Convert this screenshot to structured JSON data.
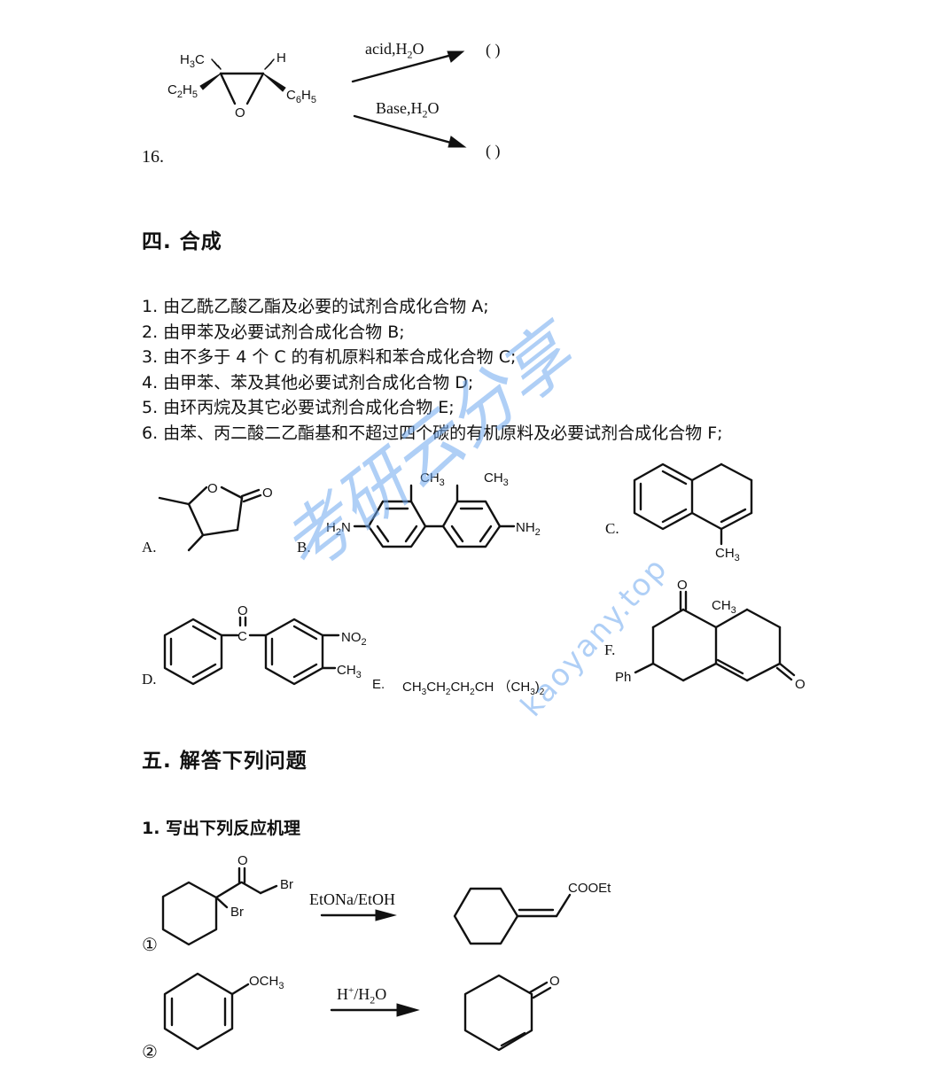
{
  "question16": {
    "number": "16.",
    "reactant": {
      "sub1": "H3C",
      "sub2": "C2H5",
      "sub3": "H",
      "sub4": "C6H5",
      "ring_atom": "O"
    },
    "upper_reagent": "acid,H2O",
    "lower_reagent": "Base,H2O",
    "upper_product_blank": "( )",
    "lower_product_blank": "( )"
  },
  "section4": {
    "title": "四. 合成",
    "tasks": [
      "1. 由乙酰乙酸乙酯及必要的试剂合成化合物 A;",
      "2. 由甲苯及必要试剂合成化合物 B;",
      "3. 由不多于 4 个 C 的有机原料和苯合成化合物 C;",
      "4. 由甲苯、苯及其他必要试剂合成化合物 D;",
      "5. 由环丙烷及其它必要试剂合成化合物 E;",
      "6. 由苯、丙二酸二乙酯基和不超过四个碳的有机原料及必要试剂合成化合物 F;"
    ],
    "compounds": {
      "A": {
        "label": "A.",
        "atoms": [
          "O",
          "O"
        ]
      },
      "B": {
        "label": "B.",
        "left_group": "H2N",
        "right_group": "NH2",
        "methyl1": "CH3",
        "methyl2": "CH3"
      },
      "C": {
        "label": "C.",
        "methyl": "CH3"
      },
      "D": {
        "label": "D.",
        "carbonyl_O": "O",
        "carbonyl_C": "C",
        "nitro": "NO2",
        "methyl": "CH3"
      },
      "E": {
        "label": "E.",
        "formula": "CH3CH2CH2CH (CH3)2"
      },
      "F": {
        "label": "F.",
        "methyl": "CH3",
        "phenyl": "Ph",
        "ketone_O1": "O",
        "ketone_O2": "O"
      }
    }
  },
  "section5": {
    "title": "五. 解答下列问题",
    "question1": "1. 写出下列反应机理",
    "reaction1": {
      "marker": "①",
      "reagent": "EtONa/EtOH",
      "reactant_atoms": {
        "O": "O",
        "Br1": "Br",
        "Br2": "Br"
      },
      "product_group": "COOEt"
    },
    "reaction2": {
      "marker": "②",
      "reagent": "H+/H2O",
      "reactant_group": "OCH3",
      "product_O": "O"
    }
  },
  "watermark": {
    "text_cn": "考研云分享",
    "text_url": "kaoyany.top",
    "color": "#6fa8ef"
  }
}
